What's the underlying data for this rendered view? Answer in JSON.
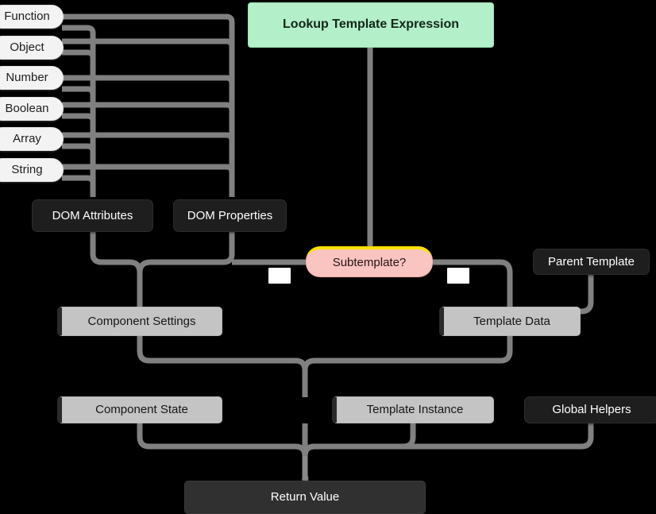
{
  "diagram": {
    "title": "Lookup Template Expression",
    "type": "flowchart",
    "background": "#000000",
    "palette": {
      "header_fill": "#b3efc8",
      "dark_fill": "#1e1e1e",
      "grey_fill": "#c4c4c4",
      "decision_fill": "#fac4c0",
      "decision_accent": "#ffe000",
      "pill_fill": "#f3f3f3",
      "edge_stroke": "#808080",
      "return_fill": "#303030"
    },
    "nodes": {
      "header": {
        "label": "Lookup Template Expression",
        "style": "green"
      },
      "types": [
        {
          "label": "Function",
          "style": "pill"
        },
        {
          "label": "Object",
          "style": "pill"
        },
        {
          "label": "Number",
          "style": "pill"
        },
        {
          "label": "Boolean",
          "style": "pill"
        },
        {
          "label": "Array",
          "style": "pill"
        },
        {
          "label": "String",
          "style": "pill"
        }
      ],
      "dom_attributes": {
        "label": "DOM Attributes",
        "style": "dark"
      },
      "dom_properties": {
        "label": "DOM Properties",
        "style": "dark"
      },
      "subtemplate": {
        "label": "Subtemplate?",
        "style": "decision"
      },
      "parent_template": {
        "label": "Parent Template",
        "style": "dark"
      },
      "component_settings": {
        "label": "Component  Settings",
        "style": "grey"
      },
      "template_data": {
        "label": "Template Data",
        "style": "grey"
      },
      "component_state": {
        "label": "Component State",
        "style": "grey"
      },
      "template_instance": {
        "label": "Template Instance",
        "style": "grey"
      },
      "global_helpers": {
        "label": "Global Helpers",
        "style": "dark"
      },
      "return_value": {
        "label": "Return Value",
        "style": "dark"
      }
    },
    "edge_labels": [
      {
        "label": "",
        "position": "subtemplate-left"
      },
      {
        "label": "",
        "position": "subtemplate-right"
      }
    ]
  }
}
